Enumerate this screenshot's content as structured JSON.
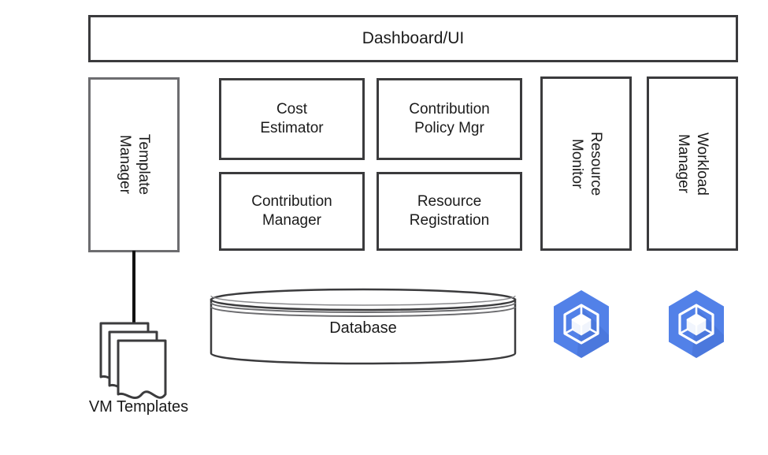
{
  "diagram": {
    "title": "System Architecture Diagram",
    "background": "#ffffff",
    "colors": {
      "box_border": "#3b3b3d",
      "box_border_soft": "#6d6d70",
      "text": "#1b1b1b",
      "connector": "#111111",
      "hex_blue": "#5281e8",
      "hex_blue_shadow": "#4571d4",
      "hex_glyph": "#ffffff",
      "cylinder_stroke": "#3b3b3d"
    }
  },
  "banner": {
    "label": "Dashboard/UI"
  },
  "left_column": {
    "template_manager": {
      "label": "Template\nManager",
      "orientation": "vertical"
    }
  },
  "center_grid": {
    "boxes": [
      {
        "label": "Cost\nEstimator"
      },
      {
        "label": "Contribution\nPolicy Mgr"
      },
      {
        "label": "Contribution\nManager"
      },
      {
        "label": "Resource\nRegistration"
      }
    ]
  },
  "right_column": {
    "boxes": [
      {
        "label": "Resource\nMonitor",
        "orientation": "vertical"
      },
      {
        "label": "Workload\nManager",
        "orientation": "vertical"
      }
    ]
  },
  "storage": {
    "vm_templates": {
      "label": "VM Templates",
      "icon": "document-stack-icon",
      "sheets": 3
    },
    "database": {
      "label": "Database",
      "icon": "cylinder-icon"
    }
  },
  "cloud_nodes": [
    {
      "icon": "cloud-container-hexagon-icon",
      "label": ""
    },
    {
      "icon": "cloud-container-hexagon-icon",
      "label": ""
    }
  ]
}
